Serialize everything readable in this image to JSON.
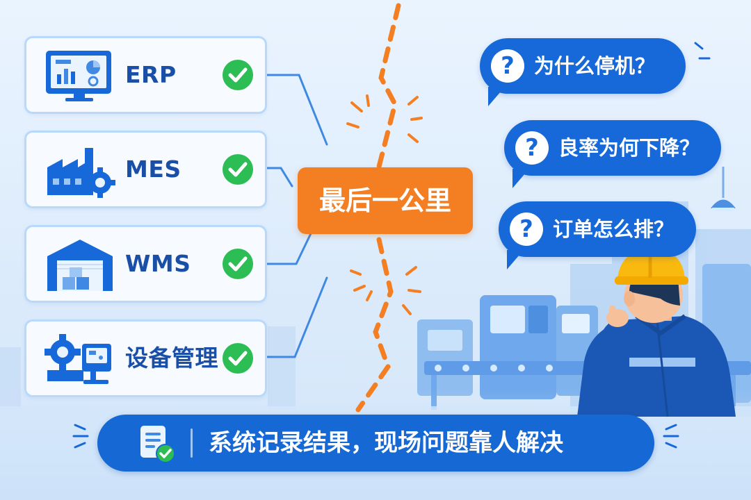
{
  "colors": {
    "primary": "#1769d9",
    "accent_orange": "#f47f22",
    "check_green": "#2dbd55",
    "card_border": "#b9d9fb",
    "background": "#eaf4ff"
  },
  "systems": [
    {
      "label": "ERP",
      "icon": "dashboard-monitor-icon",
      "status": "check-icon"
    },
    {
      "label": "MES",
      "icon": "factory-gear-icon",
      "status": "check-icon"
    },
    {
      "label": "WMS",
      "icon": "warehouse-icon",
      "status": "check-icon"
    },
    {
      "label": "设备管理",
      "icon": "equipment-gear-panel-icon",
      "status": "check-icon"
    }
  ],
  "center": {
    "label": "最后一公里"
  },
  "questions": [
    {
      "text": "为什么停机？",
      "icon": "question-icon"
    },
    {
      "text": "良率为何下降？",
      "icon": "question-icon"
    },
    {
      "text": "订单怎么排？",
      "icon": "question-icon"
    }
  ],
  "footer": {
    "text": "系统记录结果，现场问题靠人解决",
    "icon": "document-check-icon"
  },
  "scene": {
    "figure": "worker-hardhat-illustration",
    "backdrop": "factory-equipment-backdrop"
  }
}
